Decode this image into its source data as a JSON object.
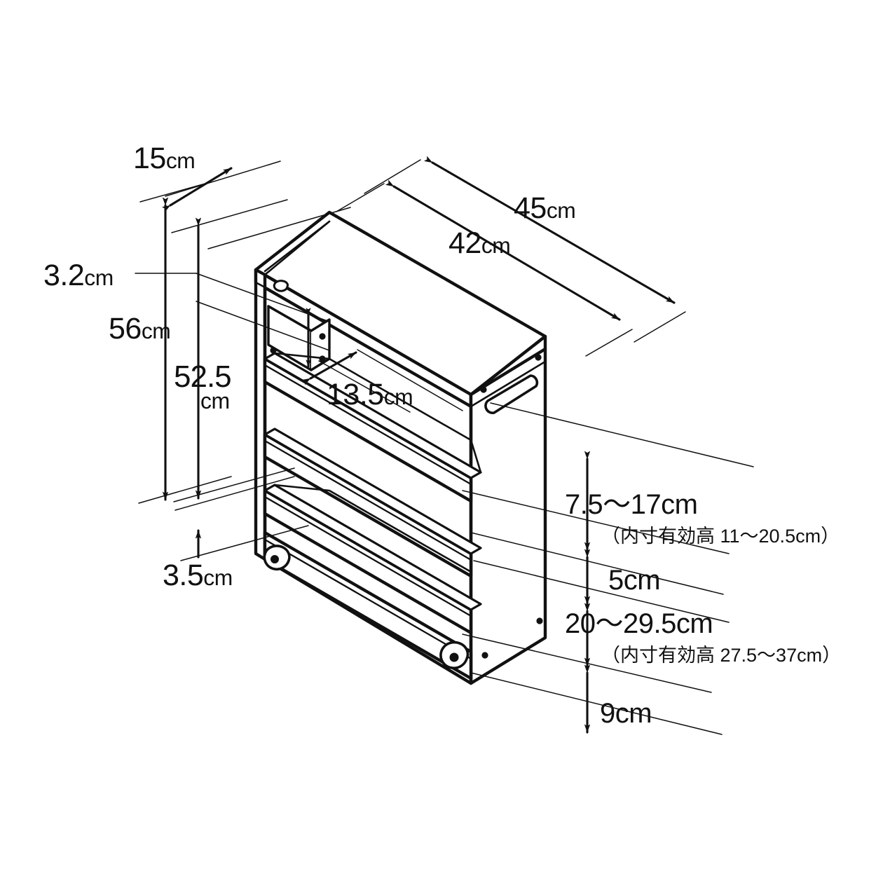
{
  "drawing": {
    "title": "Slim rolling storage cart dimension diagram",
    "product": "slim-storage-cart",
    "projection": "isometric",
    "line_color": "#111111",
    "background_color": "#ffffff"
  },
  "dimensions": {
    "depth": {
      "value": "15",
      "unit": "cm",
      "label": "15cm"
    },
    "width_outer": {
      "value": "45",
      "unit": "cm",
      "label": "45cm"
    },
    "width_inner": {
      "value": "42",
      "unit": "cm",
      "label": "42cm"
    },
    "height_total": {
      "value": "56",
      "unit": "cm",
      "label": "56cm"
    },
    "height_body_value": "52.5",
    "height_body_unit": "cm",
    "rail_height": {
      "value": "3.2",
      "unit": "cm",
      "label": "3.2cm"
    },
    "shelf_depth": {
      "value": "13.5",
      "unit": "cm",
      "label": "13.5cm"
    },
    "caster_height": {
      "value": "3.5",
      "unit": "cm",
      "label": "3.5cm"
    },
    "upper_shelf_gap": {
      "label": "7.5〜17cm"
    },
    "upper_shelf_note": {
      "label": "（内寸有効高 11〜20.5cm）"
    },
    "shelf_thickness": {
      "label": "5cm"
    },
    "lower_shelf_gap": {
      "label": "20〜29.5cm"
    },
    "lower_shelf_note": {
      "label": "（内寸有効高 27.5〜37cm）"
    },
    "bottom_gap": {
      "label": "9cm"
    }
  }
}
